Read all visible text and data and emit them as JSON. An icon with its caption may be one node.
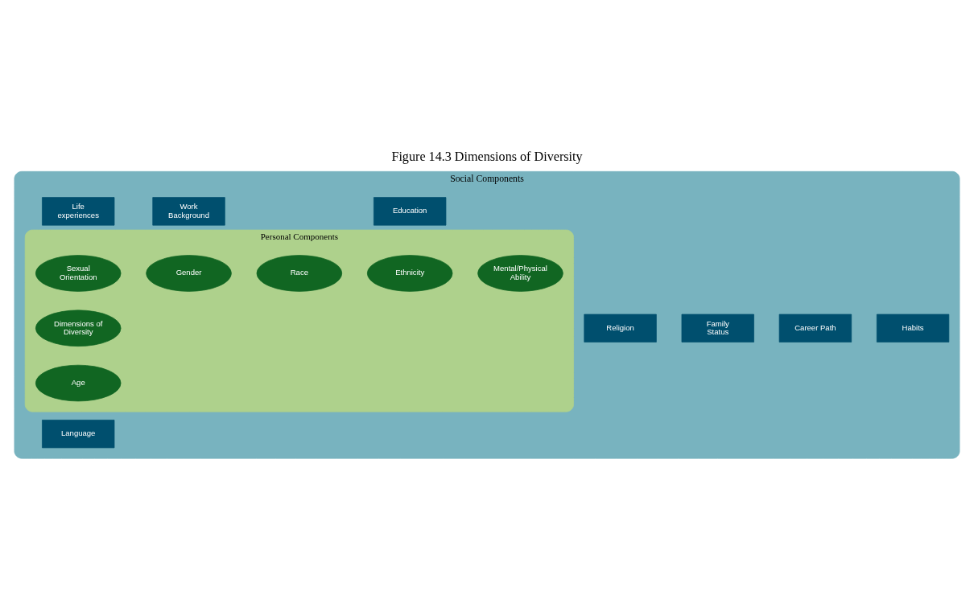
{
  "diagram": {
    "title": "Figure 14.3 Dimensions of Diversity",
    "nodes": [
      {
        "text": [
          "Social Components"
        ]
      },
      {
        "text": [
          "Work Background"
        ],
        "in": 0
      },
      {
        "text": [
          "Life experiences"
        ],
        "in": 0
      },
      {
        "text": [
          "Education"
        ],
        "in": 0
      },
      {
        "text": [
          "Personal Components"
        ],
        "in": 0
      },
      {
        "text": [
          "Gender"
        ],
        "in": 4
      },
      {
        "text": [
          "Sexual Orientation"
        ],
        "in": 4
      },
      {
        "text": [
          "Ethnicity"
        ],
        "in": 4
      },
      {
        "text": [
          "Religion"
        ],
        "in": 0
      },
      {
        "text": [
          "Dimensions of Diversity"
        ],
        "in": 4
      },
      {
        "text": [
          "Career Path"
        ],
        "in": 0
      },
      {
        "text": [
          "Race"
        ],
        "in": 4
      },
      {
        "text": [
          "Age"
        ],
        "in": 4
      },
      {
        "text": [
          "Mental/Physical Ability"
        ],
        "in": 4
      },
      {
        "text": [
          "Family Status"
        ],
        "in": 0
      },
      {
        "text": [
          "Language"
        ],
        "in": 0
      },
      {
        "text": [
          "Habits"
        ],
        "in": 0
      }
    ],
    "edges": []
  }
}
